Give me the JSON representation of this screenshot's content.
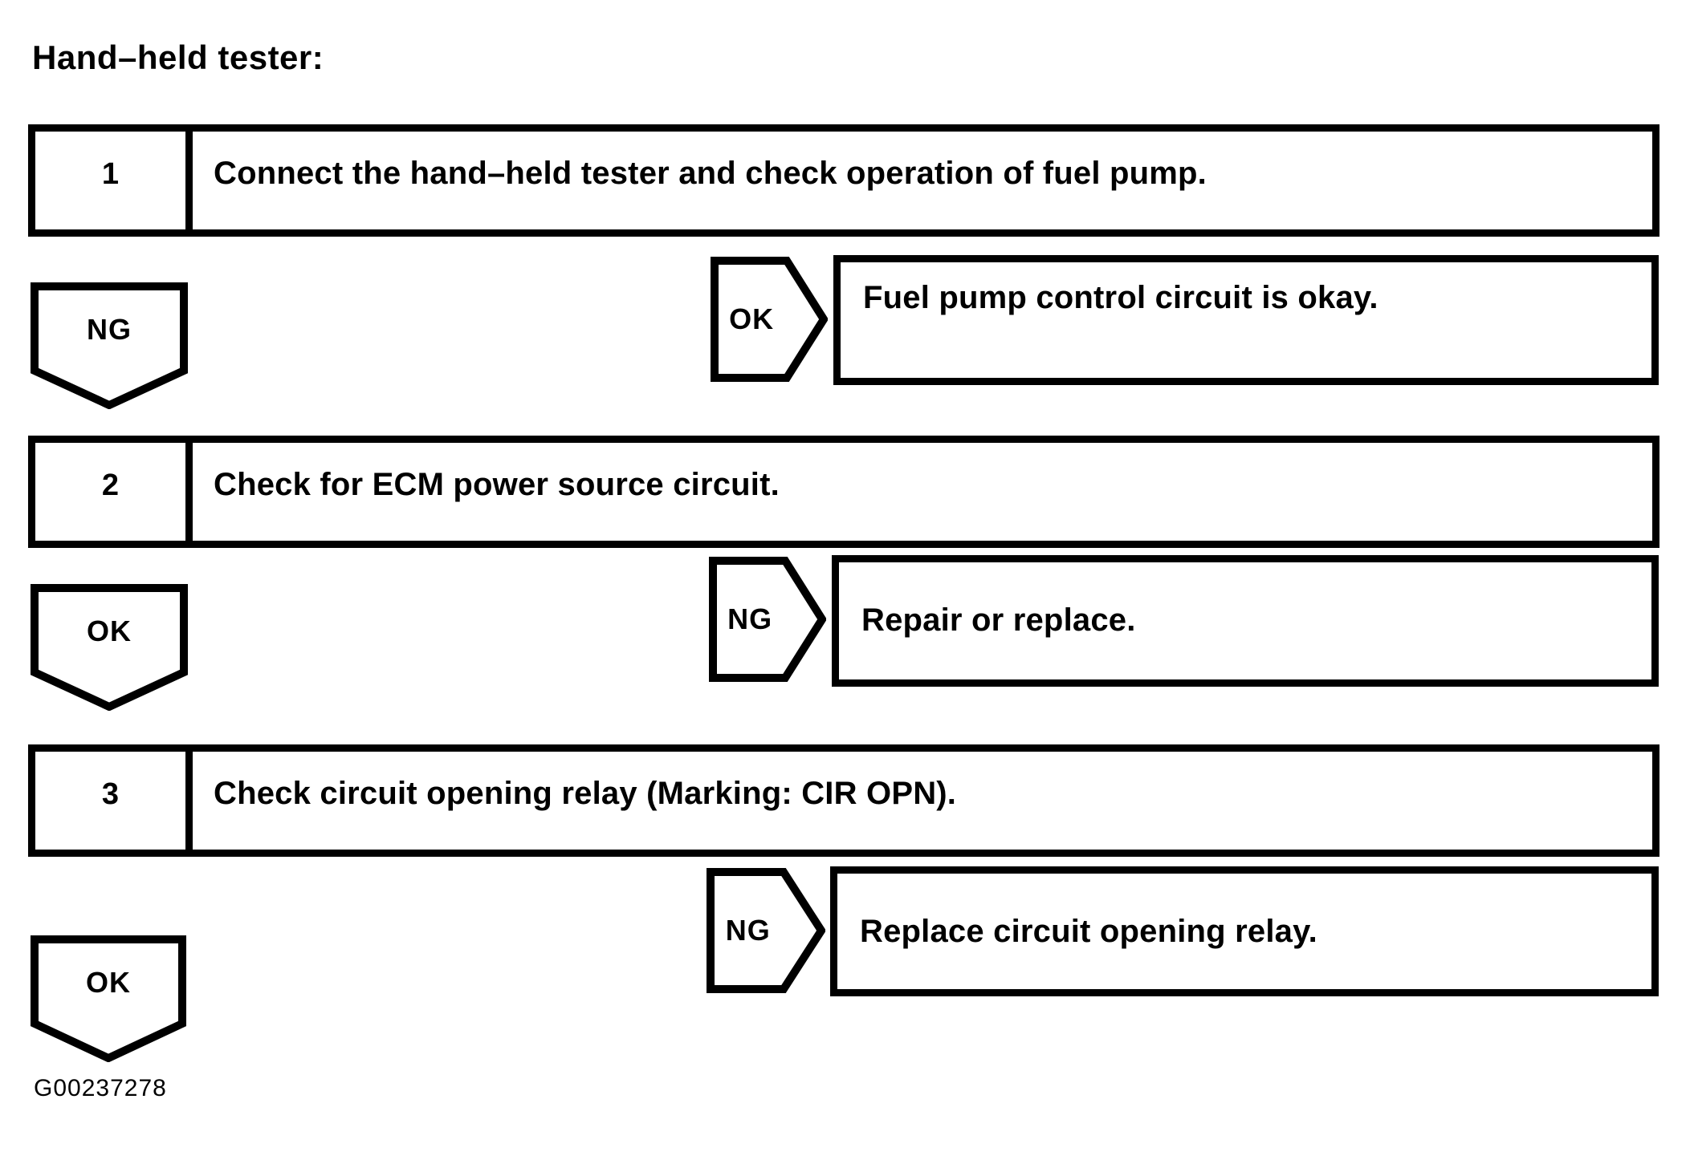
{
  "title": "Hand–held tester:",
  "figure_id": "G00237278",
  "colors": {
    "ink": "#000000",
    "paper": "#ffffff"
  },
  "steps": [
    {
      "number": "1",
      "text": "Connect the hand–held tester and check operation of fuel pump."
    },
    {
      "number": "2",
      "text": "Check for ECM power source circuit."
    },
    {
      "number": "3",
      "text": "Check circuit opening relay (Marking: CIR OPN)."
    }
  ],
  "branches": [
    {
      "from_step": "1",
      "down_label": "NG",
      "down_arrow_icon": "pentagon-down-arrow",
      "side_label": "OK",
      "side_arrow_icon": "pentagon-right-arrow",
      "result": "Fuel pump control circuit is okay."
    },
    {
      "from_step": "2",
      "down_label": "OK",
      "down_arrow_icon": "pentagon-down-arrow",
      "side_label": "NG",
      "side_arrow_icon": "pentagon-right-arrow",
      "result": "Repair or replace."
    },
    {
      "from_step": "3",
      "down_label": "OK",
      "down_arrow_icon": "pentagon-down-arrow",
      "side_label": "NG",
      "side_arrow_icon": "pentagon-right-arrow",
      "result": "Replace circuit opening relay."
    }
  ]
}
